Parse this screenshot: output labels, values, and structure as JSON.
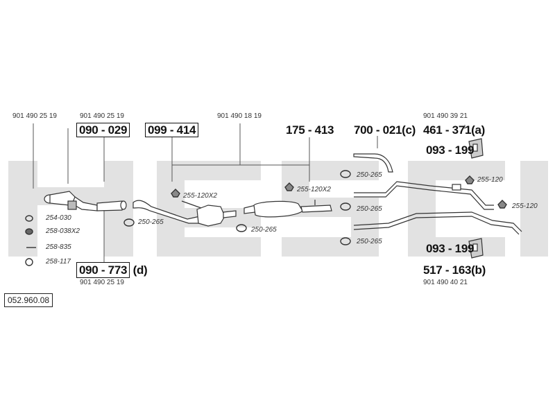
{
  "catalog_number": "052.960.08",
  "oem_numbers": {
    "front_left": "901 490 25 19",
    "front_pipe": "901 490 25 19",
    "front_pipe_bottom": "901 490 25 19",
    "middle": "901 490 18 19",
    "rear_upper": "901 490 39 21",
    "rear_lower": "901 490 40 21"
  },
  "part_numbers": {
    "front_pipe": "090 - 029",
    "front_pipe_alt": "090 - 773",
    "front_pipe_alt_suffix": "(d)",
    "catalyst": "099 - 414",
    "middle_silencer": "175 - 413",
    "tail_pipe": "700 - 021(c)",
    "rear_silencer_a": "461 - 371(a)",
    "rear_silencer_b": "517 - 163(b)",
    "mount_upper": "093 - 199",
    "mount_lower": "093 - 199"
  },
  "accessories": {
    "clamp_front_1": "254-030",
    "ring_front": "258-038X2",
    "bolt_front": "258-835",
    "gasket_front": "258-117",
    "clamp_cat": "250-265",
    "clamp_cat_2": "255-120X2",
    "clamp_mid": "250-265",
    "clamp_mid_2": "255-120X2",
    "clamp_tail_1": "250-265",
    "clamp_tail_2": "250-265",
    "clamp_tail_3": "250-265",
    "clamp_rear_1": "255-120",
    "clamp_rear_2": "255-120"
  },
  "colors": {
    "watermark": "#e2e2e2",
    "line": "#444444"
  }
}
